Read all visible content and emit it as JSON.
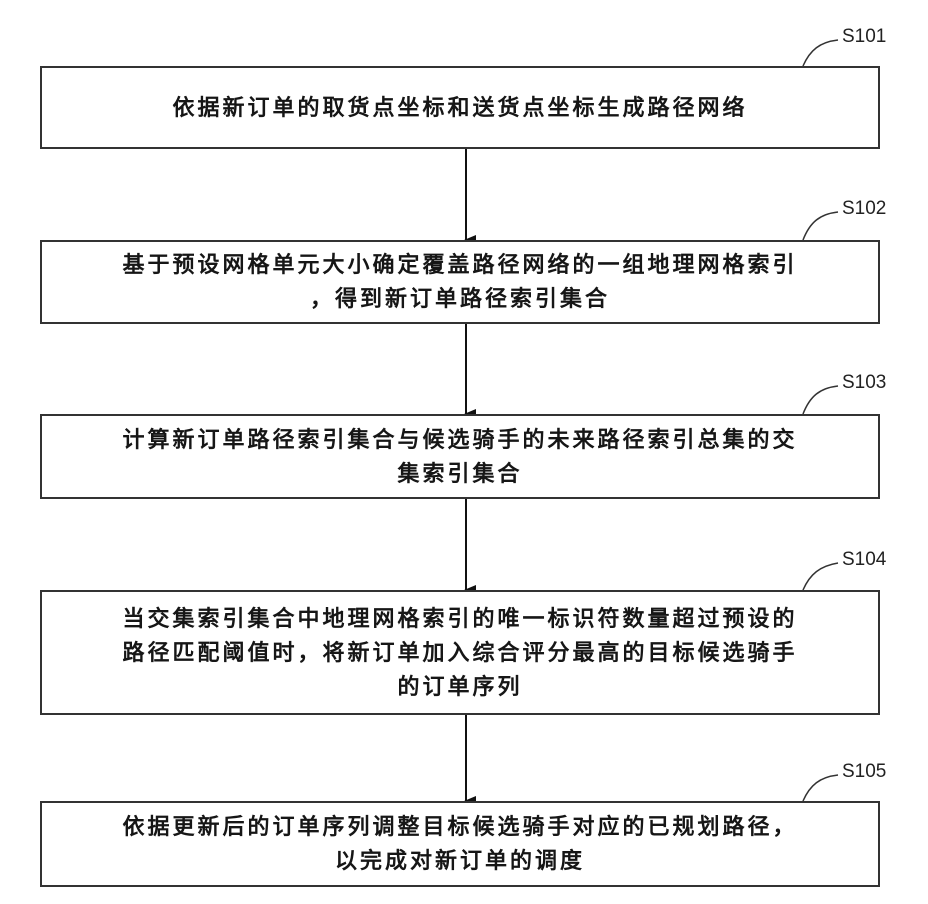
{
  "steps": [
    {
      "label": "S101",
      "text": "依据新订单的取货点坐标和送货点坐标生成路径网络"
    },
    {
      "label": "S102",
      "text": "基于预设网格单元大小确定覆盖路径网络的一组地理网格索引\n，得到新订单路径索引集合"
    },
    {
      "label": "S103",
      "text": "计算新订单路径索引集合与候选骑手的未来路径索引总集的交\n集索引集合"
    },
    {
      "label": "S104",
      "text": "当交集索引集合中地理网格索引的唯一标识符数量超过预设的\n路径匹配阈值时，将新订单加入综合评分最高的目标候选骑手\n的订单序列"
    },
    {
      "label": "S105",
      "text": "依据更新后的订单序列调整目标候选骑手对应的已规划路径，\n以完成对新订单的调度"
    }
  ]
}
